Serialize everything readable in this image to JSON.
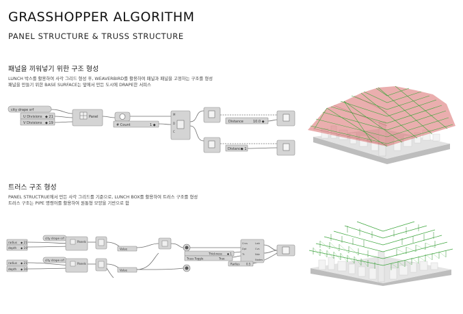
{
  "header": {
    "title": "GRASSHOPPER ALGORITHM",
    "subtitle": "PANEL STRUCTURE & TRUSS STRUCTURE"
  },
  "section1": {
    "title": "패널을 끼워넣기 위한 구조 형성",
    "desc_line1": "LUNCH 박스를 활용하여 사각 그리드 형성 후, WEAVERBIRD를 활용하여 패널과 패널을 고정하는 구조를 형성",
    "desc_line2": "패널을 만들기 위한 BASE SURFACE는 앞에서 만든 도시에 DRAPE한 서피스",
    "nodes": {
      "drape": "city drape srf",
      "u_div": "U Divisions",
      "u_val": "◆ 21",
      "v_div": "V Divisions",
      "v_val": "◆ 19",
      "panel": "Panel",
      "count": "# Count",
      "count_val": "1 ◆",
      "dist1": "Distance",
      "dist1_val": "10.0 ◆",
      "dist2": "Distance",
      "dist2_val": "◆ 1"
    }
  },
  "section2": {
    "title": "트러스 구조 형성",
    "desc_line1": "PANEL STRUCTRUE에서 만든 사각 그리드를 기준으로, LUNCH BOX를 활용하여 트러스 구조를 형성",
    "desc_line2": "트러스 구조는 PIPE 명령어를 활용하여 원통형 모양을 기반으로 함",
    "nodes": {
      "drape_a": "city drape srf",
      "drape_b": "city drape srf",
      "panel_a": "Panels",
      "panel_b": "Panels",
      "val_a1": "◆ 21",
      "val_a2": "◆ 19",
      "val_b1": "◆ 21",
      "val_b2": "◆ 16",
      "thickness": "Thickness",
      "truss_toggle": "Truss Toggle",
      "radius": "Radius",
      "radius_val": "0.5"
    }
  },
  "colors": {
    "node_fill": "#d4d4d4",
    "node_stroke": "#8a8a8a",
    "wire": "#6b6b6b",
    "truss_green": "#3aa53a",
    "panel_red": "#d86c6c"
  }
}
